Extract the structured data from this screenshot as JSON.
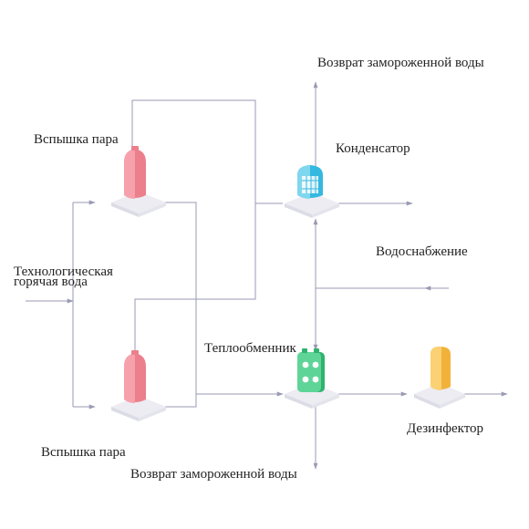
{
  "diagram": {
    "labels": {
      "chilled_return_top": "Возврат замороженной воды",
      "steam_flash_top": "Вспышка пара",
      "condenser": "Конденсатор",
      "water_supply": "Водоснабжение",
      "process_hot_water_line1": "Технологическая",
      "process_hot_water_line2": "горячая вода",
      "heat_exchanger": "Теплообменник",
      "disinfector": "Дезинфектор",
      "steam_flash_bottom": "Вспышка пара",
      "chilled_return_bottom": "Возврат замороженной воды"
    },
    "colors": {
      "flash_tank": "#f6a1ab",
      "flash_tank_dark": "#ec7f8c",
      "condenser": "#7fd6ef",
      "condenser_dark": "#34b8e0",
      "heat_exchanger": "#5fd497",
      "heat_exchanger_dark": "#2fb36f",
      "disinfector": "#fbd173",
      "disinfector_dark": "#f2b23a",
      "pipe": "#9a9ab4",
      "platform": "#ececf2"
    },
    "icons": {
      "flash_tank": "tank-icon",
      "condenser": "condenser-icon",
      "heat_exchanger": "heat-exchanger-icon",
      "disinfector": "disinfector-icon"
    }
  }
}
